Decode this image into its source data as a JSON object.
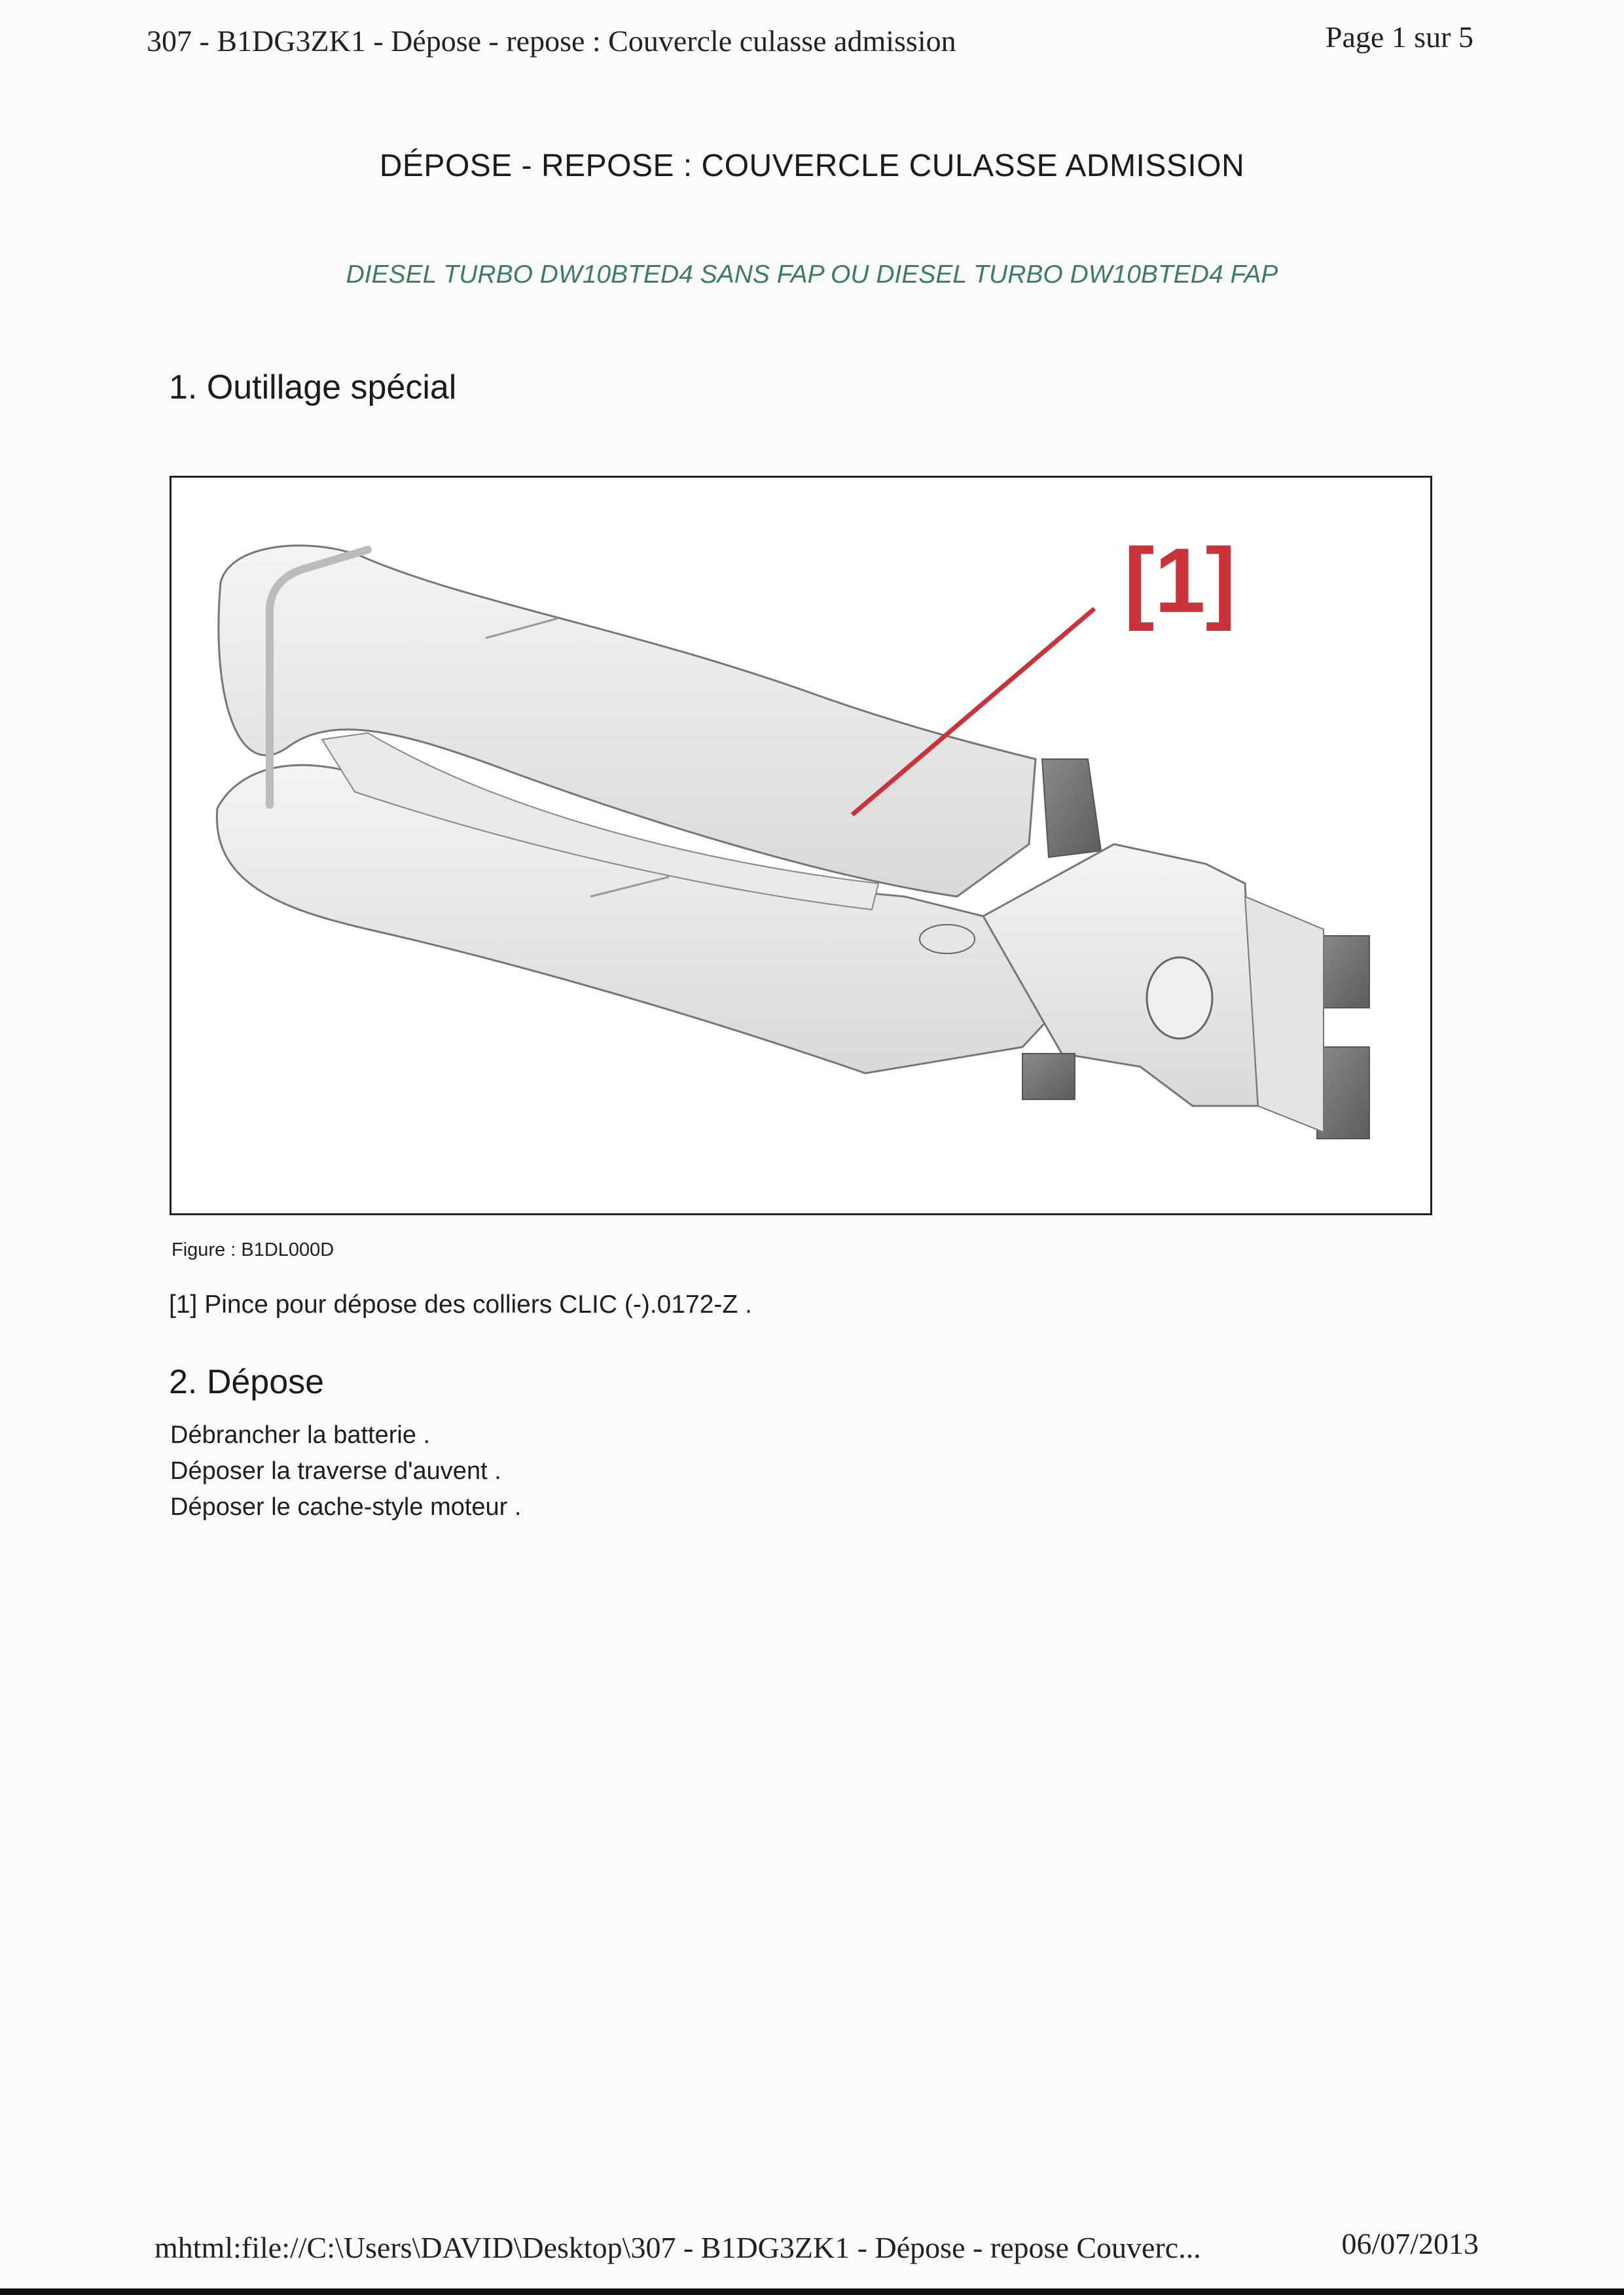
{
  "header": {
    "left": "307 - B1DG3ZK1 - Dépose - repose : Couvercle culasse admission",
    "right": "Page 1 sur 5"
  },
  "document": {
    "title": "DÉPOSE - REPOSE : COUVERCLE CULASSE ADMISSION",
    "subtitle": "DIESEL TURBO DW10BTED4 SANS FAP OU DIESEL TURBO DW10BTED4 FAP"
  },
  "section1": {
    "heading": "1. Outillage spécial",
    "figure": {
      "callout": "[1]",
      "caption": "Figure : B1DL000D",
      "callout_color": "#c9343a"
    },
    "legend": "[1] Pince pour dépose des colliers CLIC (-).0172-Z ."
  },
  "section2": {
    "heading": "2. Dépose",
    "steps": [
      "Débrancher la batterie .",
      "Déposer la traverse d'auvent .",
      "Déposer le cache-style moteur ."
    ]
  },
  "footer": {
    "left": "mhtml:file://C:\\Users\\DAVID\\Desktop\\307 - B1DG3ZK1 - Dépose - repose  Couverc...",
    "right": "06/07/2013"
  }
}
